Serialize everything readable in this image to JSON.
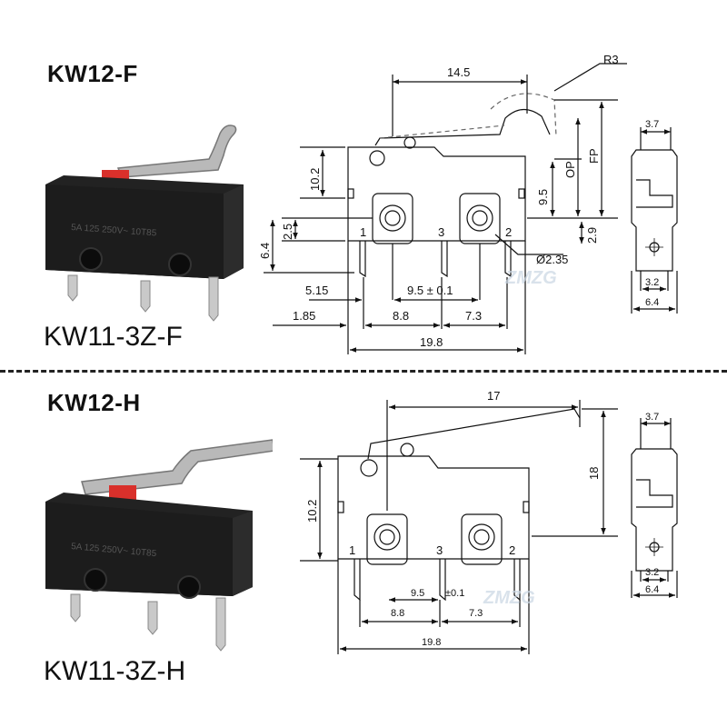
{
  "top": {
    "title": "KW12-F",
    "subtitle": "KW11-3Z-F",
    "photo_marking": "5A 125 250V~ 10T85",
    "dims": {
      "width_top": "14.5",
      "radius": "R3",
      "height_body": "10.2",
      "op": "OP",
      "fp": "FP",
      "h_9_5": "9.5",
      "h_2_5": "2.5",
      "h_6_4": "6.4",
      "h_2_9": "2.9",
      "hole_dia": "Ø2.35",
      "d_5_15": "5.15",
      "d_9_5_tol": "9.5 ± 0.1",
      "d_1_85": "1.85",
      "d_8_8": "8.8",
      "d_7_3": "7.3",
      "total": "19.8",
      "side_3_7": "3.7",
      "side_3_2": "3.2",
      "side_6_4": "6.4"
    },
    "pins": [
      "1",
      "3",
      "2"
    ]
  },
  "bottom": {
    "title": "KW12-H",
    "subtitle": "KW11-3Z-H",
    "photo_marking": "5A 125 250V~ 10T85",
    "dims": {
      "width_top": "17",
      "height_total": "18",
      "height_body": "10.2",
      "d_9_5": "9.5",
      "d_tol": "±0.1",
      "d_8_8": "8.8",
      "d_7_3": "7.3",
      "total": "19.8",
      "side_3_7": "3.7",
      "side_3_2": "3.2",
      "side_6_4": "6.4"
    },
    "pins": [
      "1",
      "3",
      "2"
    ]
  },
  "watermark": "ZMZG",
  "colors": {
    "body": "#1c1c1c",
    "actuator": "#d9302b",
    "lever": "#b9b9b9",
    "line": "#111111"
  }
}
